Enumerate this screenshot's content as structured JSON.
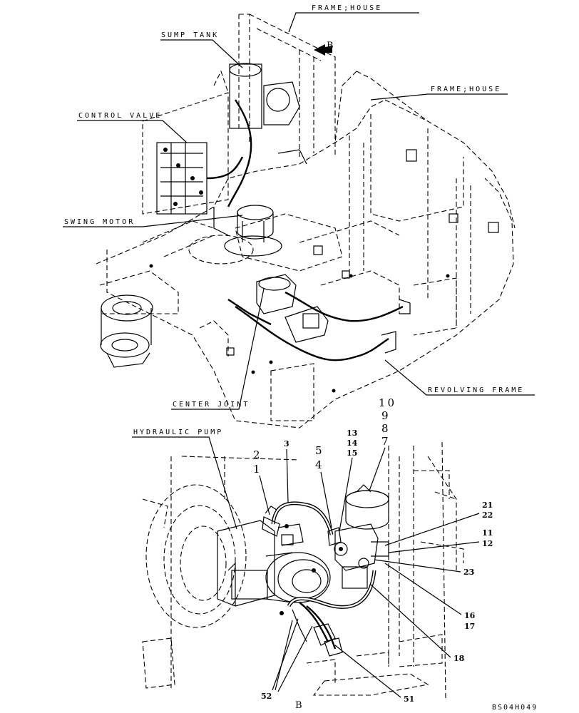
{
  "labels": {
    "frame_house_top": "FRAME;HOUSE",
    "frame_house_right": "FRAME;HOUSE",
    "sump_tank": "SUMP TANK",
    "control_valve": "CONTROL VALVE",
    "swing_motor": "SWING MOTOR",
    "center_joint": "CENTER JOINT",
    "revolving_frame": "REVOLVING FRAME",
    "hydraulic_pump": "HYDRAULIC PUMP"
  },
  "view_markers": {
    "top": "B",
    "bottom": "B"
  },
  "callouts": {
    "n1": "1",
    "n2": "2",
    "n3": "3",
    "n4": "4",
    "n5": "5",
    "n7": "7",
    "n8": "8",
    "n9": "9",
    "n10": "10",
    "n11": "11",
    "n12": "12",
    "n13": "13",
    "n14": "14",
    "n15": "15",
    "n16": "16",
    "n17": "17",
    "n18": "18",
    "n21": "21",
    "n22": "22",
    "n23": "23",
    "n51": "51",
    "n52": "52"
  },
  "drawing_code": "BS04H049"
}
